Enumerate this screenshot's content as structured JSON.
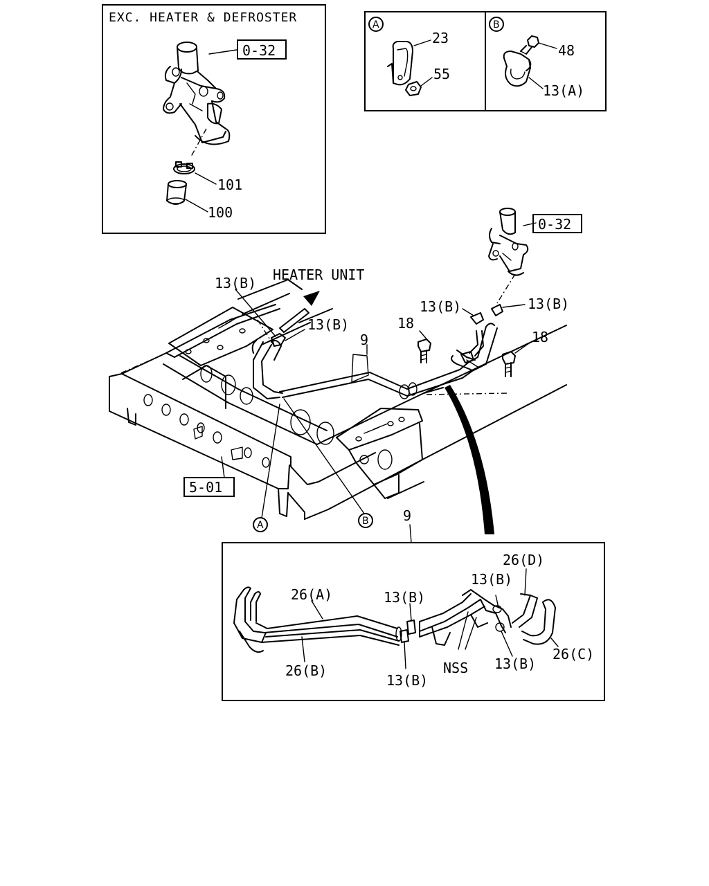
{
  "inset_top_left": {
    "title": "EXC. HEATER & DEFROSTER",
    "ref_box": "0-32",
    "part_clamp": "101",
    "part_hose": "100"
  },
  "inset_a": {
    "circle": "A",
    "part_clip": "23",
    "part_nut": "55"
  },
  "inset_b": {
    "circle": "B",
    "part_bolt": "48",
    "part_clamp": "13(A)"
  },
  "main": {
    "heater_unit": "HEATER UNIT",
    "ref_engine": "0-32",
    "ref_frame": "5-01",
    "label_13b_1": "13(B)",
    "label_13b_2": "13(B)",
    "label_13b_3": "13(B)",
    "label_13b_4": "13(B)",
    "label_9": "9",
    "label_18_left": "18",
    "label_18_right": "18",
    "circle_a": "A",
    "circle_b": "B"
  },
  "detail": {
    "title_number": "9",
    "hose_26a": "26(A)",
    "hose_26b": "26(B)",
    "hose_26c": "26(C)",
    "hose_26d": "26(D)",
    "clamp_13b_top": "13(B)",
    "clamp_13b_bottom": "13(B)",
    "clamp_13b_right_top": "13(B)",
    "clamp_13b_right_bottom": "13(B)",
    "nss": "NSS"
  }
}
